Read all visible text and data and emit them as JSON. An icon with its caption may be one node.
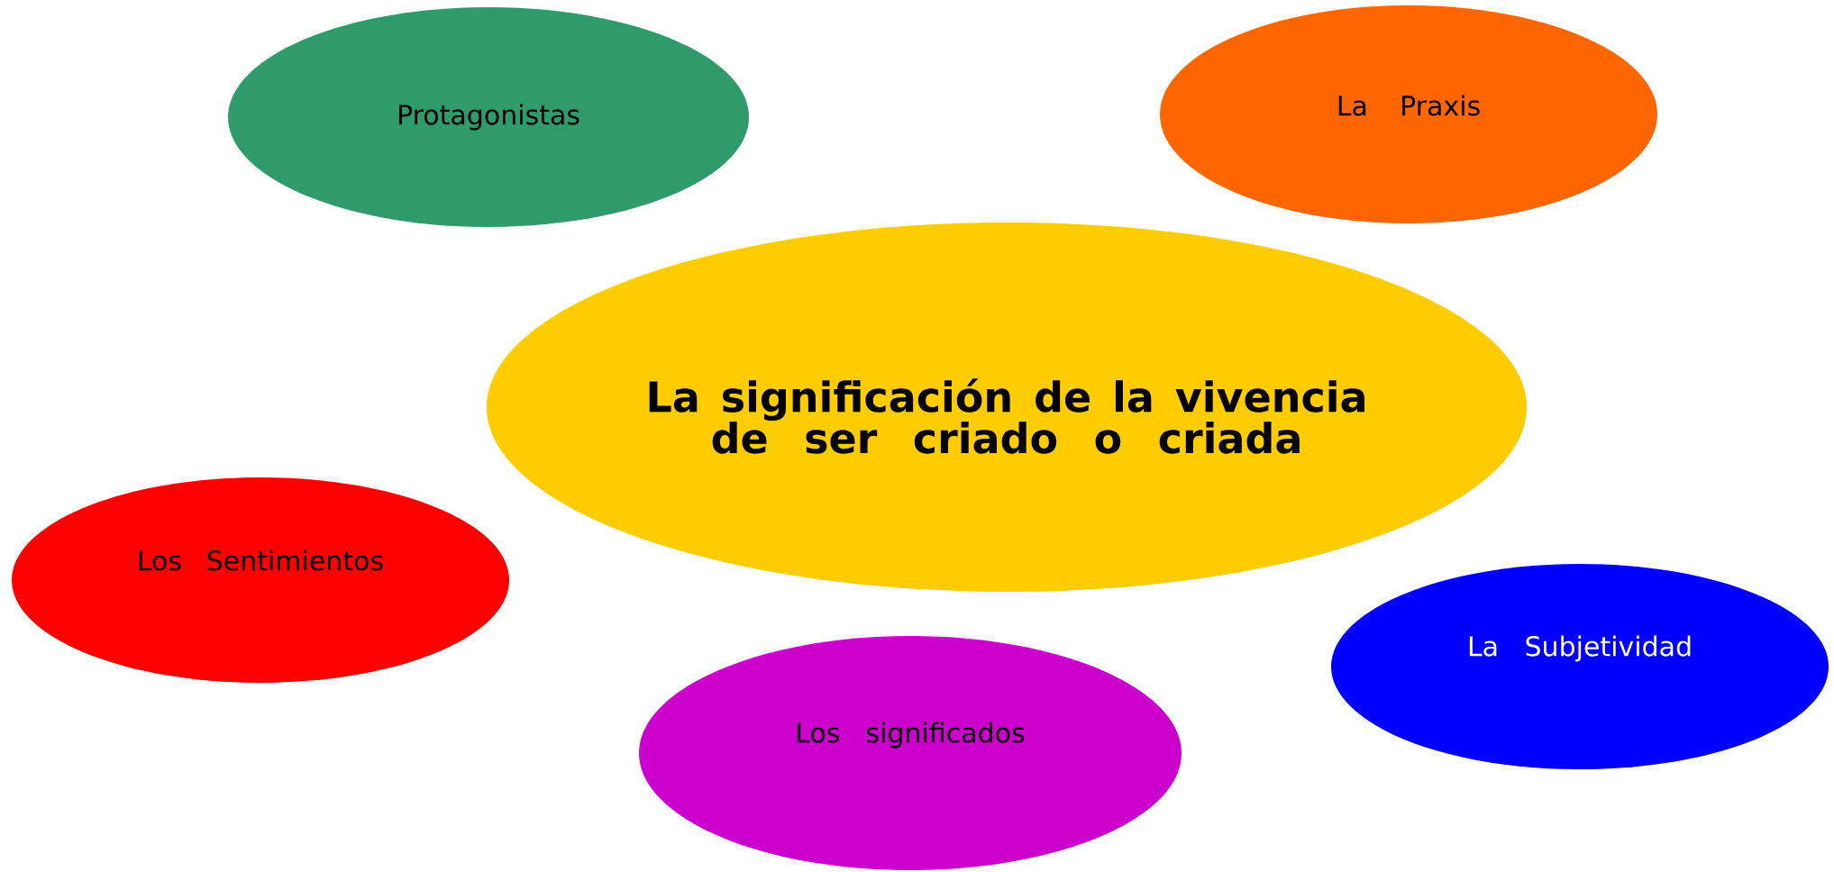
{
  "diagram": {
    "nodes": [
      {
        "text": [
          "Protagonistas"
        ]
      },
      {
        "text": [
          "La Praxis"
        ]
      },
      {
        "text": [
          "La significación de la vivencia de ser criado o criada"
        ]
      },
      {
        "text": [
          "Los Sentimientos"
        ]
      },
      {
        "text": [
          "Los significados"
        ]
      },
      {
        "text": [
          "La Subjetividad"
        ]
      }
    ]
  }
}
